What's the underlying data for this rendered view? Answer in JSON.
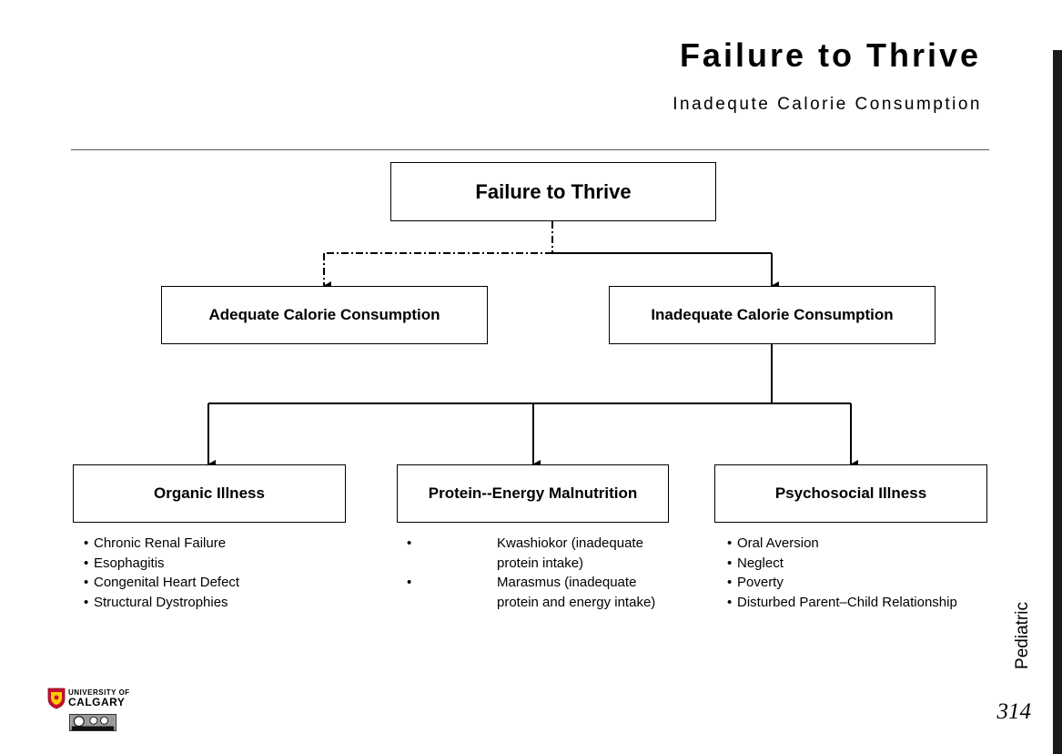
{
  "header": {
    "title": "Failure to Thrive",
    "subtitle": "Inadequte  Calorie Consumption"
  },
  "diagram": {
    "root": "Failure to Thrive",
    "level1": {
      "left": "Adequate Calorie  Consumption",
      "right": "Inadequate Calorie  Consumption"
    },
    "categories": [
      {
        "label": "Organic Illness",
        "items": [
          "Chronic Renal Failure",
          "Esophagitis",
          "Congenital Heart Defect",
          "Structural Dystrophies"
        ]
      },
      {
        "label": "Protein--Energy Malnutrition",
        "items": [
          "Kwashiokor (inadequate protein intake)",
          "Marasmus (inadequate protein and  energy intake)"
        ]
      },
      {
        "label": "Psychosocial Illness",
        "items": [
          "Oral Aversion",
          "Neglect",
          "Poverty",
          "Disturbed Parent–Child Relationship"
        ]
      }
    ],
    "connector_style": {
      "to_adequate": "dash-dot",
      "to_inadequate": "solid"
    }
  },
  "sidebar": {
    "label": "Pediatric"
  },
  "footer": {
    "page_number": "314",
    "logo_line1": "UNIVERSITY OF",
    "logo_line2": "CALGARY"
  },
  "colors": {
    "text": "#000000",
    "background": "#ffffff",
    "logo_red": "#c8102e",
    "logo_gold": "#ffcd00"
  }
}
